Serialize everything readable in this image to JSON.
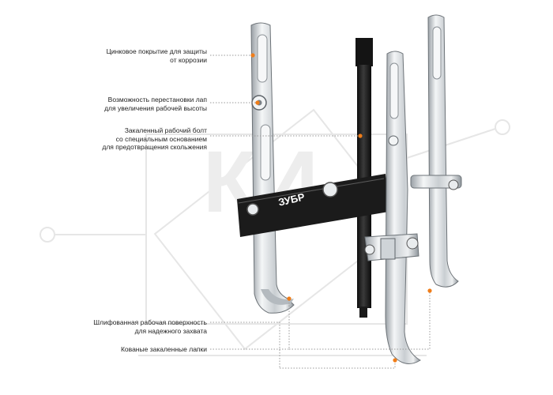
{
  "brand": {
    "logo_text": "ЗУБР",
    "watermark_text": "КИ"
  },
  "colors": {
    "accent": "#f07d19",
    "steel": "#d9dde0",
    "bolt": "#1c1c1c",
    "watermark": "#e6e6e6"
  },
  "callouts": [
    {
      "lines": [
        "Цинковое покрытие для защиты",
        "от коррозии"
      ]
    },
    {
      "lines": [
        "Возможность перестановки лап",
        "для увеличения рабочей высоты"
      ]
    },
    {
      "lines": [
        "Закаленный рабочий болт",
        "со специальным основанием",
        "для предотвращения скольжения"
      ]
    },
    {
      "lines": [
        "Шлифованная рабочая поверхность",
        "для надежного захвата"
      ]
    },
    {
      "lines": [
        "Кованые закаленные лапки"
      ]
    }
  ]
}
